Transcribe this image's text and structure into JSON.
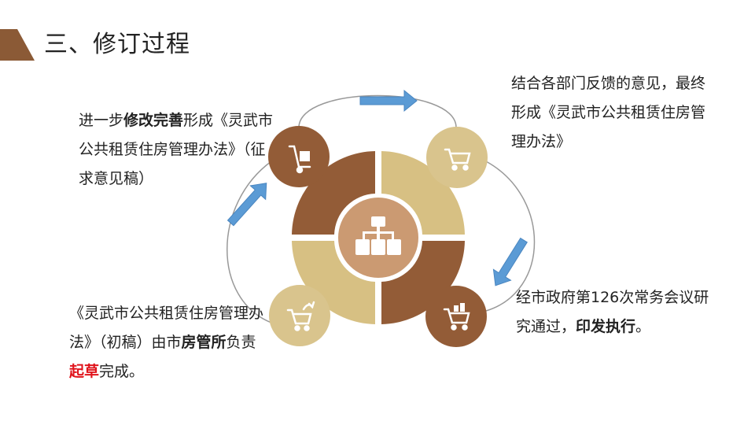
{
  "header": {
    "title": "三、修订过程"
  },
  "colors": {
    "accent_brown": "#8b5a36",
    "dark_brown": "#935c37",
    "tan": "#d7c083",
    "tan_light": "#d9c48d",
    "center": "#cb9a72",
    "arrow_blue": "#5b9bd5",
    "emphasis_red": "#e0141c"
  },
  "steps": [
    {
      "icon": "hand-truck-icon",
      "parts": [
        {
          "text": "进一步",
          "style": "normal"
        },
        {
          "text": "修改完善",
          "style": "bold"
        },
        {
          "text": "形成《灵武市公共租赁住房管理办法》（征求意见稿）",
          "style": "normal"
        }
      ]
    },
    {
      "icon": "shopping-cart-icon",
      "parts": [
        {
          "text": "结合各部门反馈的意见，最终形成《灵武市公共租赁住房管理办法》",
          "style": "normal"
        }
      ]
    },
    {
      "icon": "cart-full-icon",
      "parts": [
        {
          "text": "经市政府第126次常务会议研究通过，",
          "style": "normal"
        },
        {
          "text": "印发执行",
          "style": "bold"
        },
        {
          "text": "。",
          "style": "normal"
        }
      ]
    },
    {
      "icon": "cart-arrow-icon",
      "parts": [
        {
          "text": "《灵武市公共租赁住房管理办法》（初稿）由市",
          "style": "normal"
        },
        {
          "text": "房管所",
          "style": "bold"
        },
        {
          "text": "负责",
          "style": "normal"
        },
        {
          "text": "起草",
          "style": "red"
        },
        {
          "text": "完成。",
          "style": "normal"
        }
      ]
    }
  ],
  "center_icon": "org-chart-icon"
}
